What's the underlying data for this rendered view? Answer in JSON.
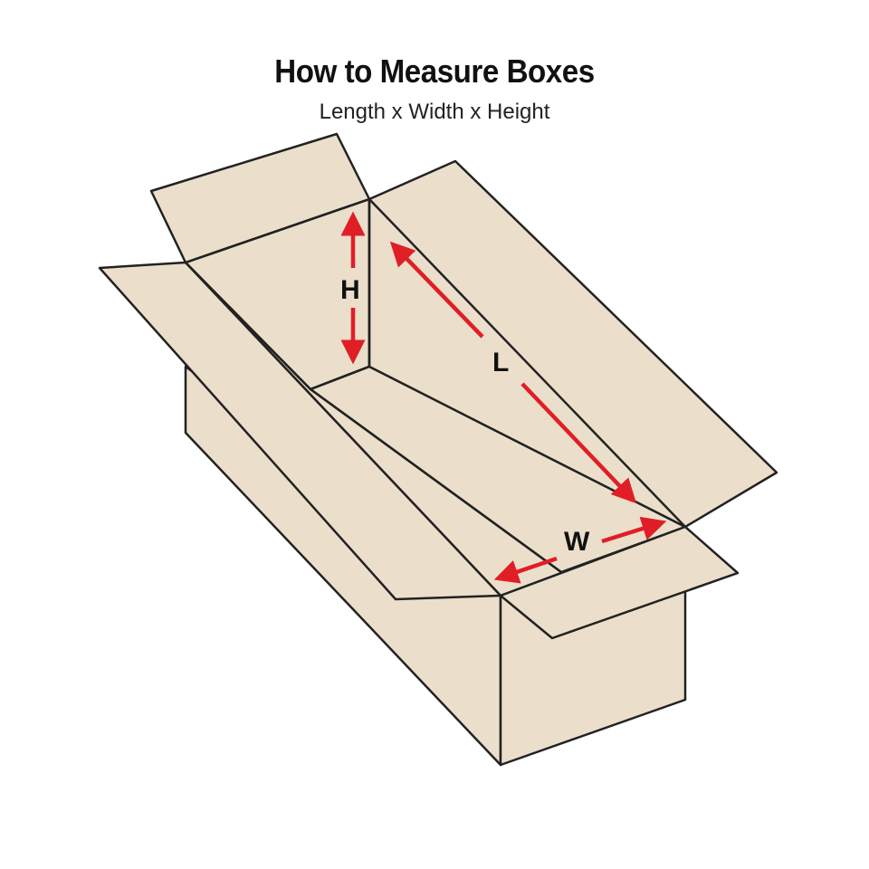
{
  "header": {
    "title": "How to Measure Boxes",
    "subtitle": "Length x Width x Height"
  },
  "dimensions": {
    "height_label": "H",
    "length_label": "L",
    "width_label": "W"
  },
  "colors": {
    "box_fill": "#ebdfcb",
    "box_stroke": "#222222",
    "arrow": "#e01e26",
    "background": "#ffffff"
  }
}
